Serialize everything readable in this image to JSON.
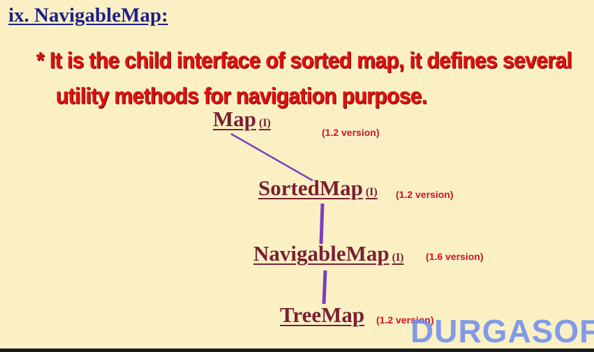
{
  "heading": {
    "title": "ix. NavigableMap:"
  },
  "description": {
    "bullet": "*",
    "line1": "It is the child interface of sorted map, it defines several",
    "line2": "utility methods for navigation purpose."
  },
  "hierarchy": {
    "nodes": [
      {
        "name": "Map",
        "tag": "(I)",
        "version": "(1.2 version)"
      },
      {
        "name": "SortedMap",
        "tag": "(I)",
        "version": "(1.2 version)"
      },
      {
        "name": "NavigableMap",
        "tag": "(I)",
        "version": "(1.6 version)"
      },
      {
        "name": "TreeMap",
        "tag": "",
        "version": "(1.2 version)"
      }
    ],
    "edge_color": "#7B3FC0"
  },
  "watermark": {
    "text": "DURGASOF"
  },
  "colors": {
    "background": "#FAF0C4",
    "title": "#1F1F8A",
    "bullet_text": "#E01010",
    "node_text": "#7A1F33",
    "version_text": "#D0102C",
    "watermark": "#6C8CF0"
  }
}
